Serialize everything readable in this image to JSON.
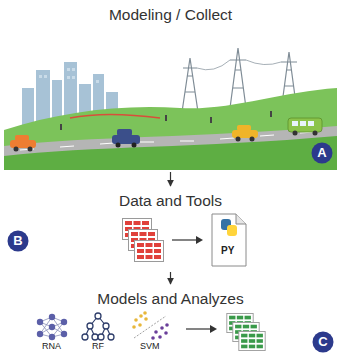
{
  "diagram": {
    "nodes": [
      {
        "text": [
          "Modeling / Collect"
        ]
      },
      {
        "text": [
          "A"
        ],
        "in": 0
      },
      {
        "text": [
          "Data and Tools"
        ]
      },
      {
        "text": [
          "B"
        ],
        "in": 2
      },
      {
        "text": [
          "Models and Analyzes"
        ]
      },
      {
        "text": [
          "C"
        ],
        "in": 4
      }
    ],
    "edges": [
      {
        "from": 0,
        "to": 2,
        "arrow": "to"
      },
      {
        "from": 2,
        "to": 4,
        "arrow": "to"
      }
    ],
    "labels": [
      "PY",
      "RNA",
      "RF",
      "SVM"
    ]
  }
}
